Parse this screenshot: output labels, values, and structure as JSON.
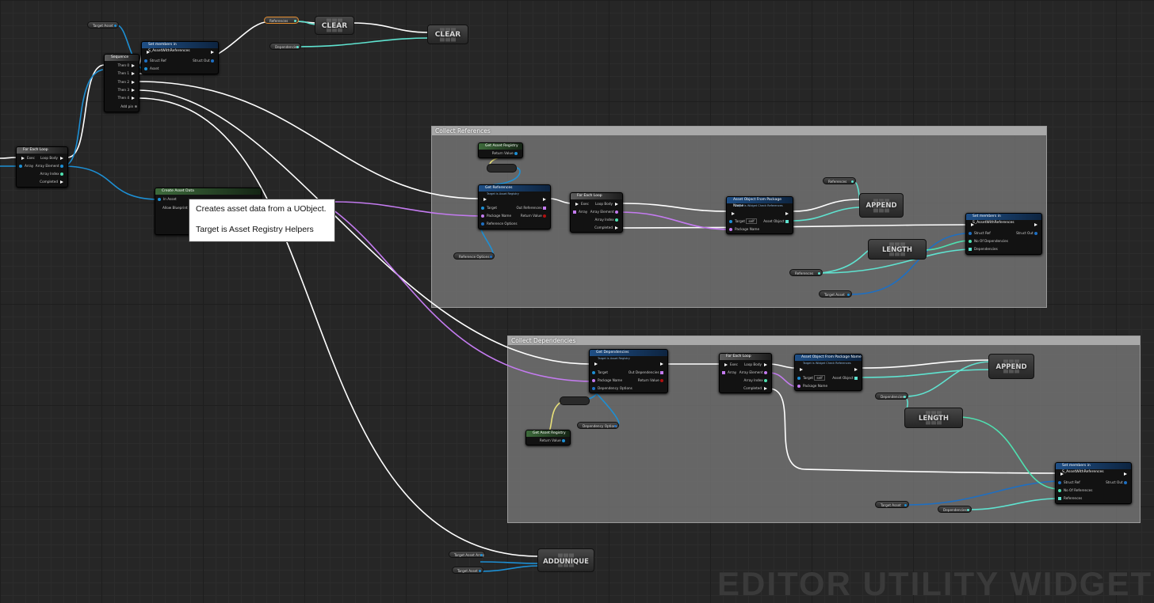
{
  "comments": {
    "references": "Collect References",
    "dependencies": "Collect Dependencies"
  },
  "tooltip": {
    "line1": "Creates asset data from a UObject.",
    "line2": "Target is Asset Registry Helpers"
  },
  "nodes": {
    "for_each_main": {
      "title": "For Each Loop",
      "exec": "Exec",
      "array": "Array",
      "loop_body": "Loop Body",
      "array_element": "Array Element",
      "array_index": "Array Index",
      "completed": "Completed"
    },
    "sequence": {
      "title": "Sequence",
      "then0": "Then 0",
      "then1": "Then 1",
      "then2": "Then 2",
      "then3": "Then 3",
      "then4": "Then 4",
      "add_pin": "Add pin"
    },
    "set_members_top": {
      "title": "Set members in S_AssetWithReferences",
      "struct_ref": "Struct Ref",
      "struct_out": "Struct Out",
      "asset": "Asset"
    },
    "create_asset_data": {
      "title": "Create Asset Data",
      "in_asset": "In Asset",
      "allow_bp": "Allow Blueprint C..."
    },
    "get_asset_registry_1": {
      "title": "Get Asset Registry",
      "return_value": "Return Value"
    },
    "get_references": {
      "title": "Get References",
      "subtitle": "Target is Asset Registry",
      "target": "Target",
      "package_name": "Package Name",
      "reference_options": "Reference Options",
      "out_references": "Out References",
      "return_value": "Return Value"
    },
    "for_each_refs": {
      "title": "For Each Loop",
      "exec": "Exec",
      "array": "Array",
      "loop_body": "Loop Body",
      "array_element": "Array Element",
      "array_index": "Array Index",
      "completed": "Completed"
    },
    "asset_obj_refs": {
      "title": "Asset Object From Package Name",
      "subtitle": "Target is Widget Check References",
      "target": "Target",
      "self": "self",
      "package_name": "Package Name",
      "asset_object": "Asset Object"
    },
    "set_members_refs": {
      "title": "Set members in S_AssetWithReferences",
      "struct_ref": "Struct Ref",
      "struct_out": "Struct Out",
      "no_deps": "No Of Dependencies",
      "deps": "Dependencies"
    },
    "get_dependencies": {
      "title": "Get Dependencies",
      "subtitle": "Target is Asset Registry",
      "target": "Target",
      "package_names": "Package Name",
      "dependency_options": "Dependency Options",
      "out_dependencies": "Out Dependencies",
      "return_value": "Return Value"
    },
    "get_asset_registry_2": {
      "title": "Get Asset Registry",
      "return_value": "Return Value"
    },
    "for_each_deps": {
      "title": "For Each Loop",
      "exec": "Exec",
      "array": "Array",
      "loop_body": "Loop Body",
      "array_element": "Array Element",
      "array_index": "Array Index",
      "completed": "Completed"
    },
    "asset_obj_deps": {
      "title": "Asset Object From Package Name",
      "subtitle": "Target is Widget Check References",
      "target": "Target",
      "self": "self",
      "package_name": "Package Name",
      "asset_object": "Asset Object"
    },
    "set_members_deps": {
      "title": "Set members in S_AssetWithReferences",
      "struct_ref": "Struct Ref",
      "struct_out": "Struct Out",
      "no_refs": "No Of References",
      "refs": "References"
    }
  },
  "ops": {
    "clear1": "CLEAR",
    "clear2": "CLEAR",
    "append1": "APPEND",
    "length1": "LENGTH",
    "append2": "APPEND",
    "length2": "LENGTH",
    "addunique": "ADDUNIQUE"
  },
  "vars": {
    "target_asset_top": "Target Asset",
    "references_top": "References",
    "dependencies_top": "Dependencies",
    "reference_options": "Reference Options",
    "references_r1": "References",
    "references_r2": "References",
    "target_asset_r": "Target Asset",
    "dependency_options": "Dependency Options",
    "dependencies_d1": "Dependencies",
    "target_asset_d": "Target Asset",
    "dependencies_d2": "Dependencies",
    "target_asset_array": "Target Asset Array",
    "target_asset_bottom": "Target Asset"
  },
  "colors": {
    "exec": "#ffffff",
    "object": "#1d8fd4",
    "struct": "#1e6fc2",
    "string": "#c47bf0",
    "array": "#5fe3d0",
    "int": "#4fe0b0",
    "bool": "#b01010"
  },
  "watermark": "EDITOR UTILITY WIDGET"
}
